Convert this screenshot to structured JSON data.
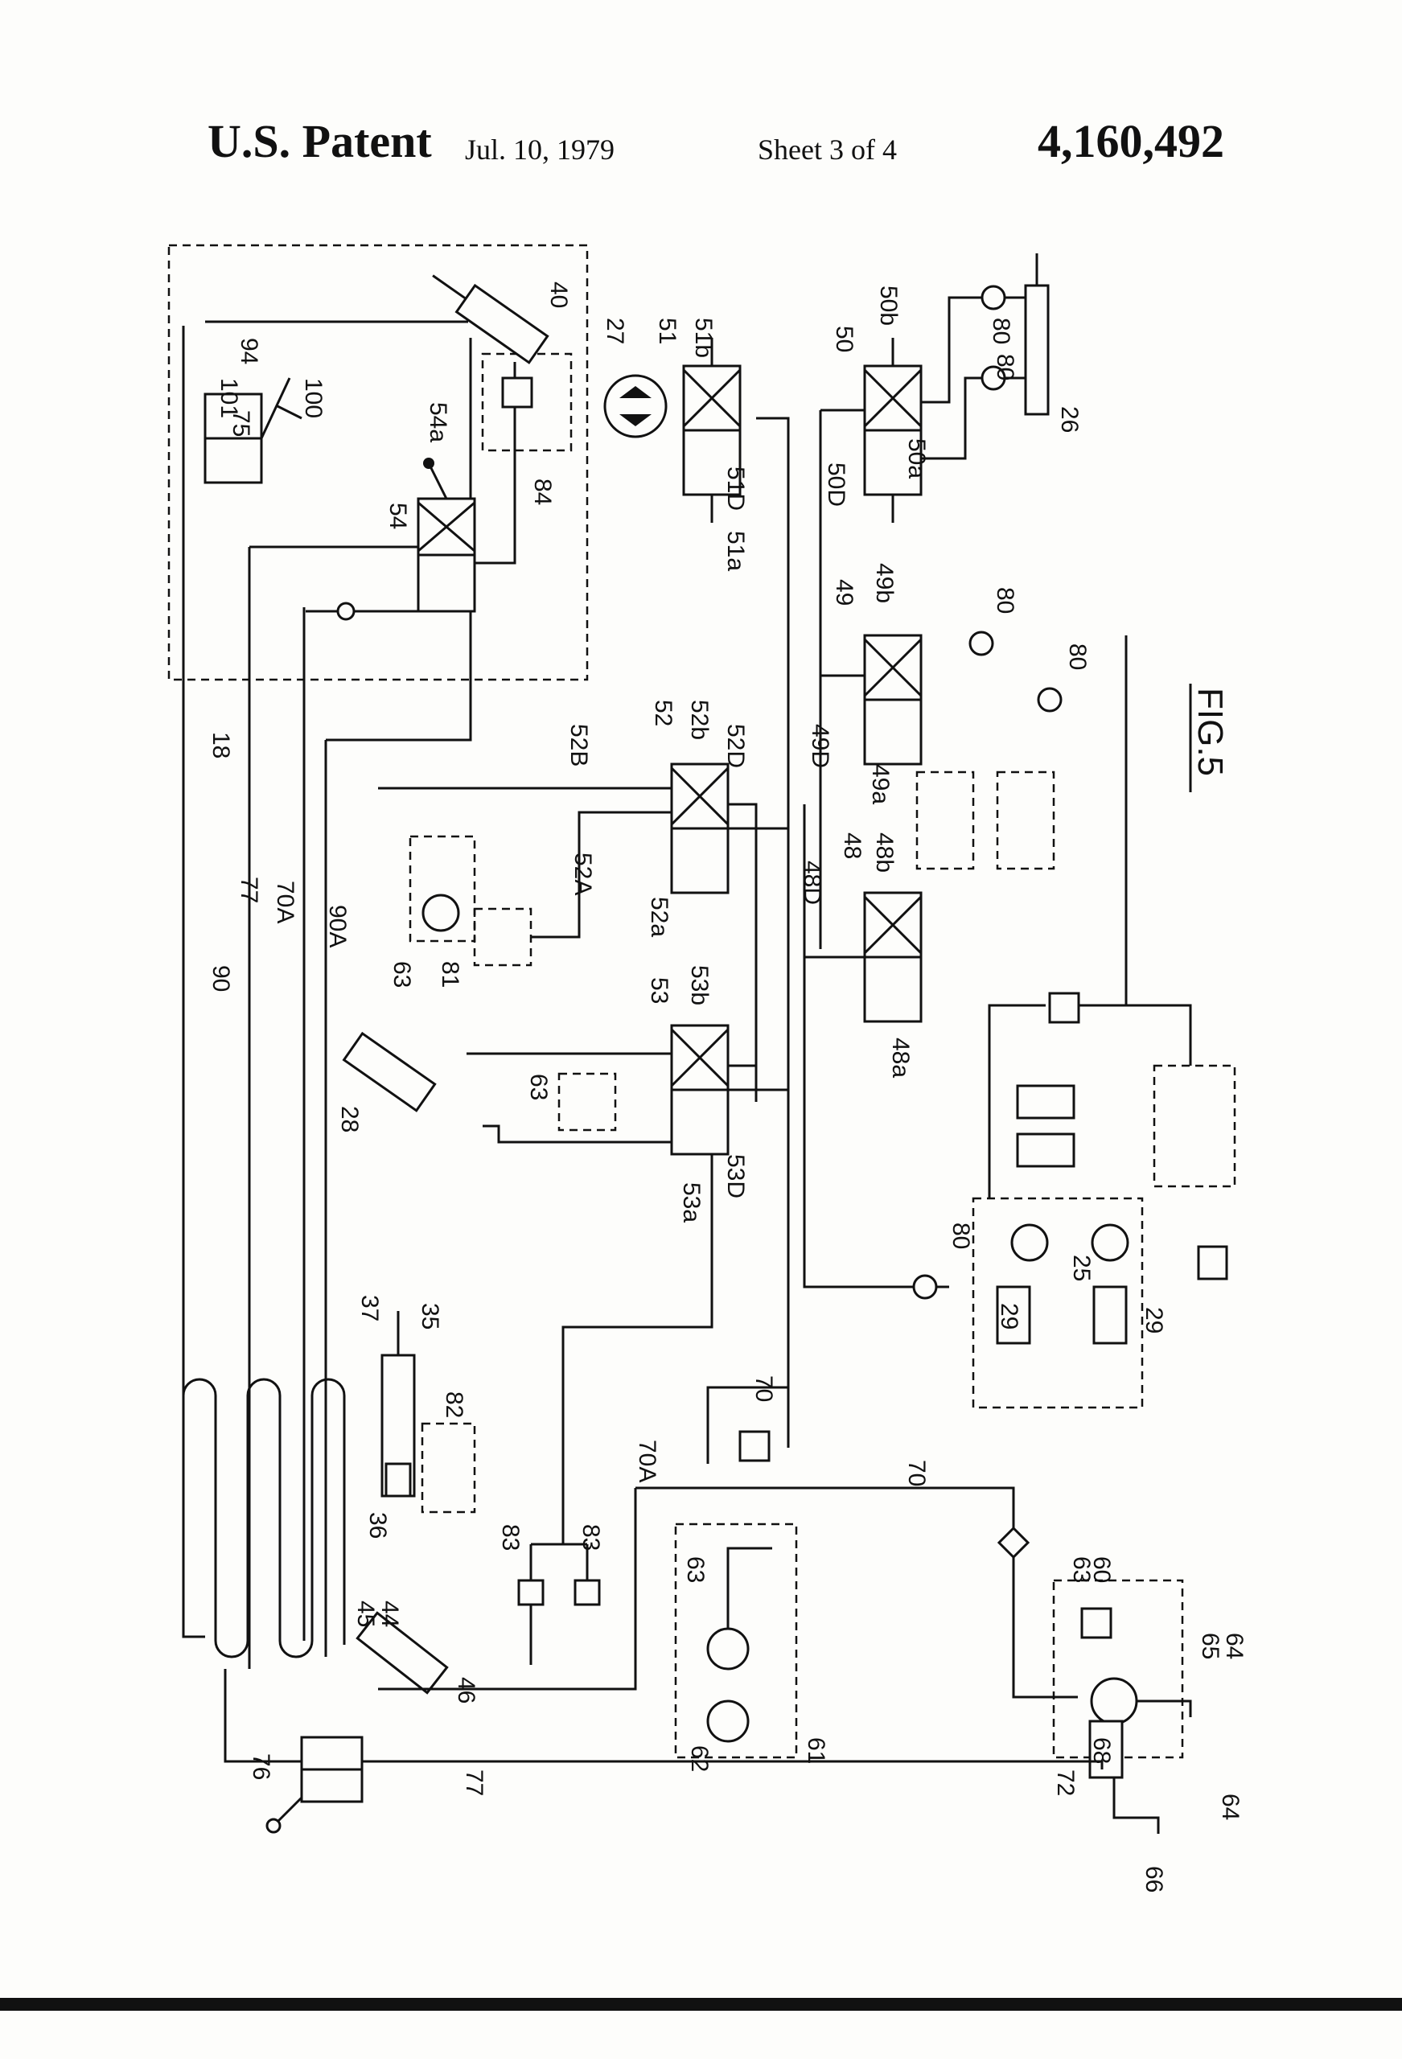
{
  "header": {
    "patent": "U.S. Patent",
    "date": "Jul. 10, 1979",
    "sheet": "Sheet 3 of 4",
    "number": "4,160,492"
  },
  "figure": {
    "title": "FIG.5",
    "labels": {
      "l18": "18",
      "l25": "25",
      "l26": "26",
      "l27": "27",
      "l28": "28",
      "l29a": "29",
      "l29b": "29",
      "l35": "35",
      "l36": "36",
      "l37": "37",
      "l40": "40",
      "l44": "44",
      "l45": "45",
      "l46": "46",
      "l48": "48",
      "l48a": "48a",
      "l48b": "48b",
      "l48D": "48D",
      "l49": "49",
      "l49a": "49a",
      "l49b": "49b",
      "l49D": "49D",
      "l50": "50",
      "l50a": "50a",
      "l50b": "50b",
      "l50D": "50D",
      "l51": "51",
      "l51a": "51a",
      "l51b": "51b",
      "l51D": "51D",
      "l52": "52",
      "l52a": "52a",
      "l52b": "52b",
      "l52A": "52A",
      "l52B": "52B",
      "l52D": "52D",
      "l53": "53",
      "l53a": "53a",
      "l53b": "53b",
      "l53D": "53D",
      "l54": "54",
      "l54a": "54a",
      "l60": "60",
      "l61": "61",
      "l62": "62",
      "l63a": "63",
      "l63b": "63",
      "l63c": "63",
      "l63d": "63",
      "l64a": "64",
      "l64b": "64",
      "l65": "65",
      "l66": "66",
      "l68": "68",
      "l70a": "70",
      "l70b": "70",
      "l70A1": "70A",
      "l70A2": "70A",
      "l72": "72",
      "l75": "75",
      "l76": "76",
      "l77a": "77",
      "l77b": "77",
      "l80a": "80",
      "l80b": "80",
      "l80c": "80",
      "l80d": "80",
      "l80e": "80",
      "l81": "81",
      "l82": "82",
      "l83a": "83",
      "l83b": "83",
      "l84": "84",
      "l90": "90",
      "l90A": "90A",
      "l94": "94",
      "l100": "100",
      "l101": "101"
    }
  }
}
